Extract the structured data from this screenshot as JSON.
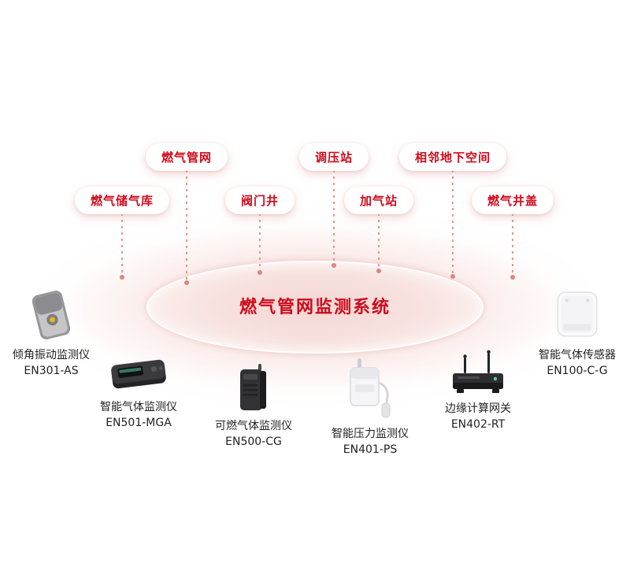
{
  "colors": {
    "accent": "#cf0a1a",
    "dotted_line": "#e39793",
    "glow": "#f4d6d3",
    "background": "#ffffff"
  },
  "center": {
    "title": "燃气管网监测系统"
  },
  "scene_labels": [
    {
      "label": "燃气管网"
    },
    {
      "label": "调压站"
    },
    {
      "label": "相邻地下空间"
    },
    {
      "label": "燃气储气库"
    },
    {
      "label": "阀门井"
    },
    {
      "label": "加气站"
    },
    {
      "label": "燃气井盖"
    }
  ],
  "devices": [
    {
      "name": "倾角振动监测仪",
      "model": "EN301-AS",
      "icon": "tilt-vibration-monitor-icon"
    },
    {
      "name": "智能气体监测仪",
      "model": "EN501-MGA",
      "icon": "smart-gas-monitor-icon"
    },
    {
      "name": "可燃气体监测仪",
      "model": "EN500-CG",
      "icon": "combustible-gas-monitor-icon"
    },
    {
      "name": "智能压力监测仪",
      "model": "EN401-PS",
      "icon": "smart-pressure-monitor-icon"
    },
    {
      "name": "边缘计算网关",
      "model": "EN402-RT",
      "icon": "edge-computing-gateway-icon"
    },
    {
      "name": "智能气体传感器",
      "model": "EN100-C-G",
      "icon": "smart-gas-sensor-icon"
    }
  ]
}
